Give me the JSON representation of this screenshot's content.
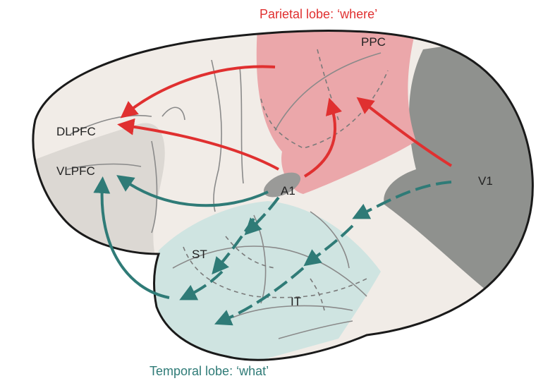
{
  "titles": {
    "parietal": "Parietal lobe: ‘where’",
    "temporal": "Temporal lobe: ‘what’"
  },
  "labels": {
    "ppc": "PPC",
    "dlpfc": "DLPFC",
    "vlpfc": "VLPFC",
    "a1": "A1",
    "v1": "V1",
    "st": "ST",
    "it": "IT"
  },
  "colors": {
    "where_stream": "#e03030",
    "what_stream": "#2f7b77",
    "parietal_region": "#eba7aa",
    "temporal_region": "#cfe4e1",
    "occipital_region": "#8f918e",
    "prefrontal_region": "#dcd8d3",
    "brain": "#f1ece7"
  }
}
